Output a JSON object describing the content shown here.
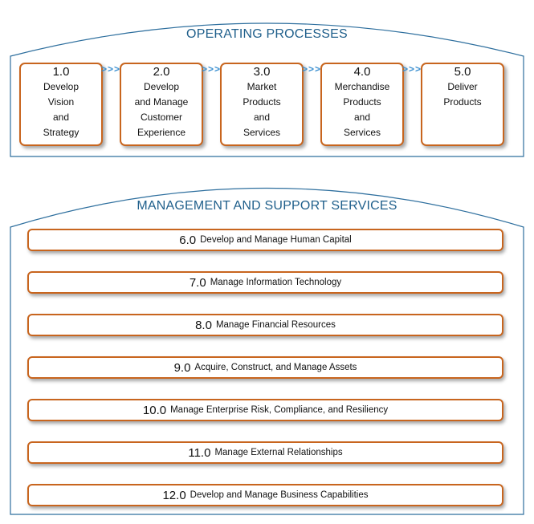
{
  "operating": {
    "title": "OPERATING PROCESSES",
    "arrow_glyph": ">>>",
    "processes": [
      {
        "number": "1.0",
        "label": "Develop\nVision\nand\nStrategy"
      },
      {
        "number": "2.0",
        "label": "Develop\nand Manage\nCustomer\nExperience"
      },
      {
        "number": "3.0",
        "label": "Market\nProducts\nand\nServices"
      },
      {
        "number": "4.0",
        "label": "Merchandise\nProducts\nand\nServices"
      },
      {
        "number": "5.0",
        "label": "Deliver\nProducts"
      }
    ]
  },
  "management": {
    "title": "MANAGEMENT AND SUPPORT SERVICES",
    "services": [
      {
        "number": "6.0",
        "label": "Develop and Manage Human Capital"
      },
      {
        "number": "7.0",
        "label": "Manage Information Technology"
      },
      {
        "number": "8.0",
        "label": "Manage Financial Resources"
      },
      {
        "number": "9.0",
        "label": "Acquire, Construct, and Manage Assets"
      },
      {
        "number": "10.0",
        "label": "Manage Enterprise Risk, Compliance, and Resiliency"
      },
      {
        "number": "11.0",
        "label": "Manage External Relationships"
      },
      {
        "number": "12.0",
        "label": "Develop and Manage Business Capabilities"
      }
    ]
  },
  "colors": {
    "title": "#1f5f8b",
    "box_border": "#c8651e",
    "frame": "#2e6f9e",
    "arrows": "#3a8fd0"
  }
}
